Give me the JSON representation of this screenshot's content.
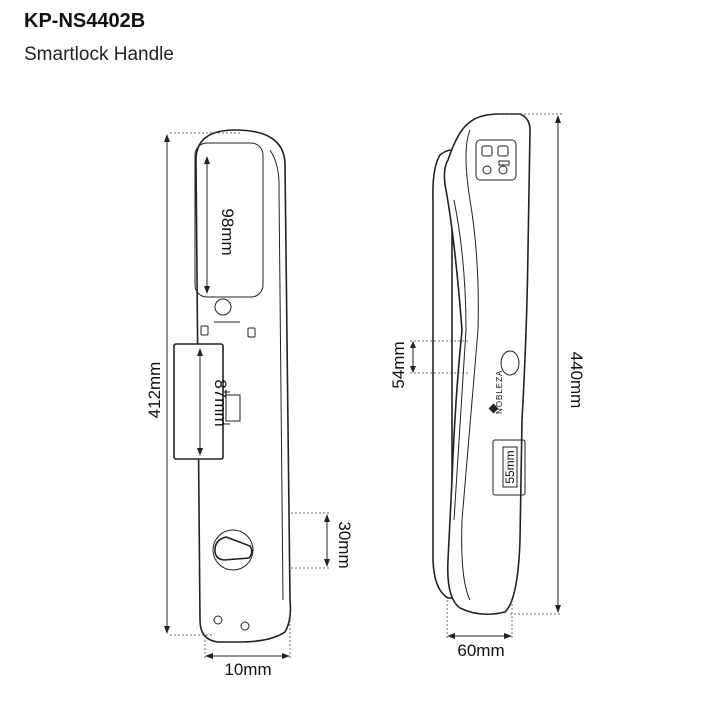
{
  "header": {
    "model": "KP-NS4402B",
    "subtitle": "Smartlock Handle"
  },
  "front_view": {
    "dim_height": "412mm",
    "dim_width": "10mm",
    "dim_top_panel": "98mm",
    "dim_middle_panel": "87mm",
    "dim_knob_offset": "30mm"
  },
  "side_view": {
    "dim_height": "440mm",
    "dim_depth": "60mm",
    "dim_hole": "54mm",
    "dim_window": "55mm",
    "brand": "NOBLEZA"
  }
}
